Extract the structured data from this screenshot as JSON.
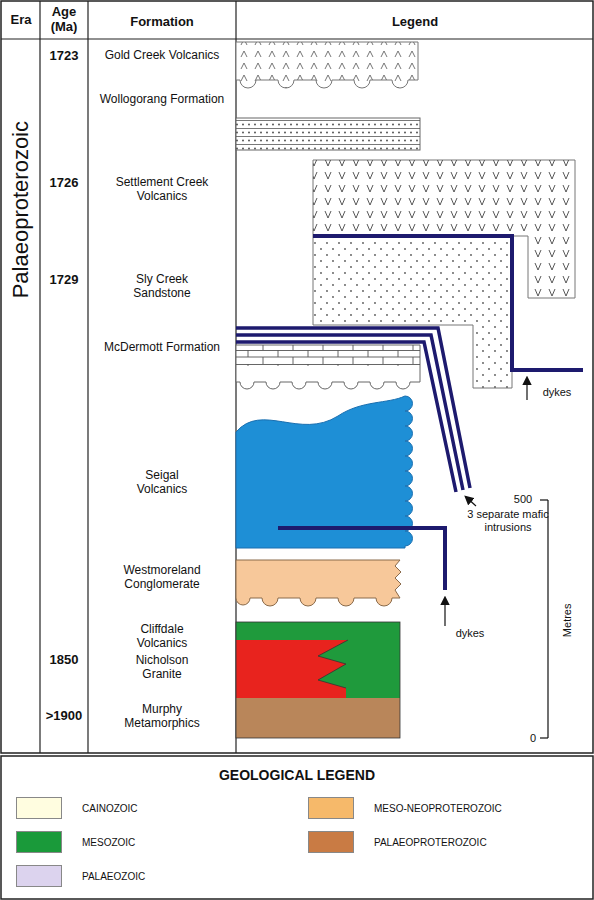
{
  "diagram": {
    "labels": [
      "Era",
      "Age (Ma)",
      "Formation",
      "Legend",
      "Palaeoproterozoic",
      "1723",
      "Gold Creek Volcanics",
      "Wollogorang Formation",
      "1726",
      "Settlement Creek Volcanics",
      "1729",
      "Sly Creek Sandstone",
      "McDermott Formation",
      "Seigal Volcanics",
      "Westmoreland Conglomerate",
      "Cliffdale Volcanics",
      "1850",
      "Nicholson Granite",
      ">1900",
      "Murphy Metamorphics",
      "dykes",
      "3 separate mafic intrusions",
      "dykes",
      "500",
      "Metres",
      "0",
      "GEOLOGICAL LEGEND"
    ],
    "legend": [
      {
        "text": "CAINOZOIC",
        "color": "#fffde0"
      },
      {
        "text": "MESO-NEOPROTEROZOIC",
        "color": "#f6b96a"
      },
      {
        "text": "MESOZOIC",
        "color": "#1a9a3a"
      },
      {
        "text": "PALAEOPROTEROZOIC",
        "color": "#c97b44"
      },
      {
        "text": "PALAEOZOIC",
        "color": "#dcd3ee"
      }
    ]
  }
}
